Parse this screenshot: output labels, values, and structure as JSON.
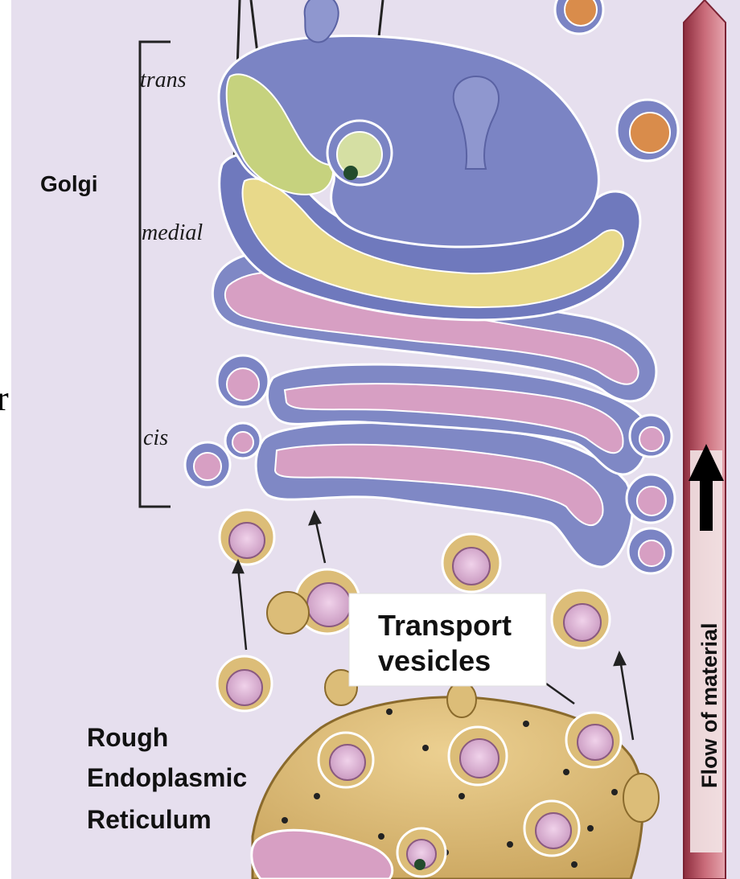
{
  "figure": {
    "labels": {
      "golgi": "Golgi",
      "trans": "trans",
      "medial": "medial",
      "cis": "cis",
      "transport_line1": "Transport",
      "transport_line2": "vesicles",
      "rer_line1": "Rough",
      "rer_line2": "Endoplasmic",
      "rer_line3": "Reticulum",
      "flow": "Flow of material"
    },
    "edge_glyph": "r"
  },
  "colors": {
    "background": "#e6dfee",
    "golgi_blue": "#7d86c4",
    "golgi_blue_light": "#a5acd8",
    "lumen_pink": "#d9a1c4",
    "lumen_yellow": "#e8d98a",
    "lumen_green": "#c6d27e",
    "er_tan": "#dcbd78",
    "vesicle_pink": "#dcb0d6",
    "flow_bar": "#b5495b"
  }
}
